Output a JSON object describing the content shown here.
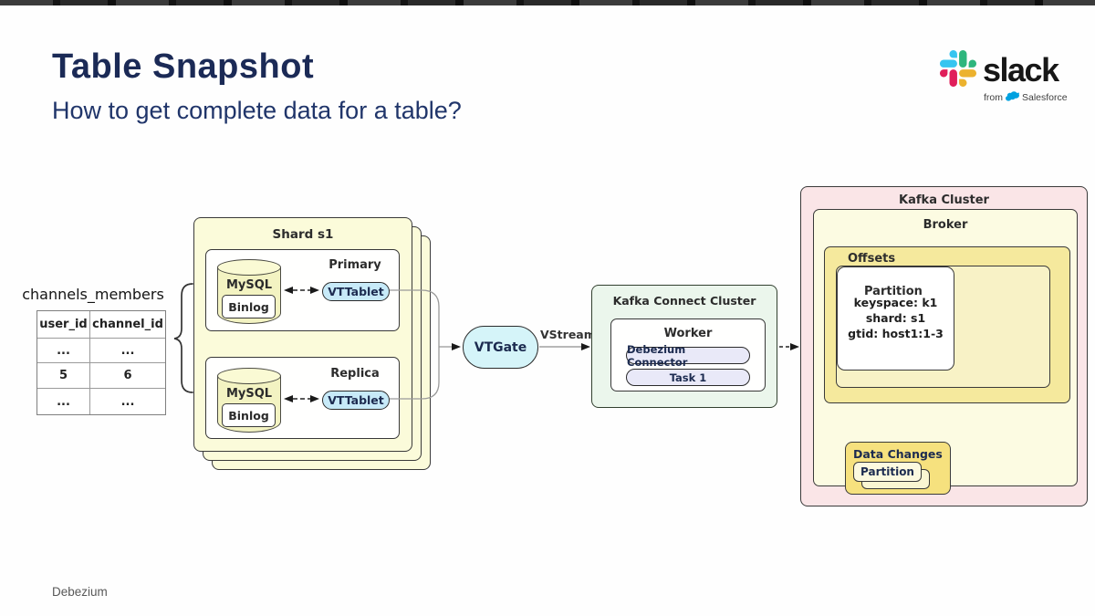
{
  "slide": {
    "title": "Table Snapshot",
    "subtitle": "How to get complete data for a table?",
    "footer": "Debezium"
  },
  "brand": {
    "wordmark": "slack",
    "from": "from",
    "company": "Salesforce"
  },
  "members_table": {
    "title": "channels_members",
    "columns": [
      "user_id",
      "channel_id"
    ],
    "rows": [
      [
        "...",
        "..."
      ],
      [
        "5",
        "6"
      ],
      [
        "...",
        "..."
      ]
    ]
  },
  "diagram": {
    "shard": {
      "title": "Shard s1",
      "primary": {
        "title": "Primary",
        "db": "MySQL",
        "binlog": "Binlog",
        "tablet": "VTTablet"
      },
      "replica": {
        "title": "Replica",
        "db": "MySQL",
        "binlog": "Binlog",
        "tablet": "VTTablet"
      }
    },
    "vtgate": "VTGate",
    "vstream": "VStream",
    "kafka_connect": {
      "title": "Kafka Connect Cluster",
      "worker": "Worker",
      "connector": "Debezium Connector",
      "task": "Task 1"
    },
    "kafka_cluster": {
      "title": "Kafka Cluster",
      "broker": "Broker",
      "offsets": "Offsets",
      "partition": "Partition",
      "keyspace_lines": [
        "keyspace: k1",
        "shard: s1",
        "gtid: host1:1-3"
      ],
      "data_changes": "Data Changes",
      "dc_partition": "Partition"
    }
  },
  "colors": {
    "title_navy": "#1b2a56",
    "slack_blue": "#36C5F0",
    "slack_green": "#2EB67D",
    "slack_yellow": "#ECB22E",
    "slack_red": "#E01E5A",
    "salesforce_blue": "#00A1E0",
    "shard_fill": "#FBFBDA",
    "mysql_fill": "#F3F3C2",
    "vttablet_fill": "#C7EAF8",
    "vtgate_fill": "#D5F4F9",
    "connect_fill": "#EBF6EC",
    "lavender_fill": "#E9E9F8",
    "cluster_fill": "#FAE5E7",
    "broker_fill": "#FCFBE2",
    "offsets_fill": "#F5E99D",
    "partition_fill": "#F8F2C6",
    "data_changes_fill": "#F6E17E"
  }
}
